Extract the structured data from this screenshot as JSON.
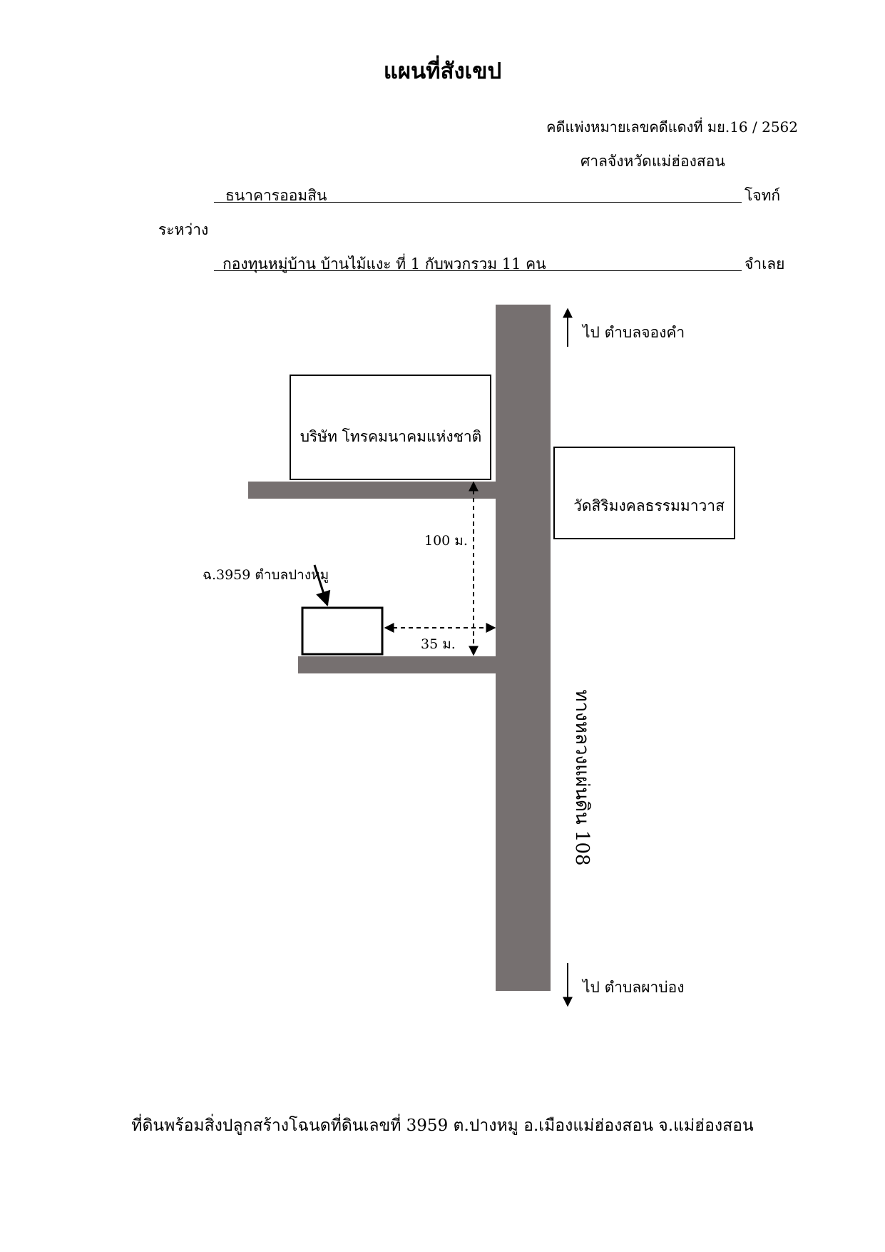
{
  "document": {
    "title": "แผนที่สังเขป",
    "case_number": "คดีแพ่งหมายเลขคดีแดงที่ มย.16 / 2562",
    "court": "ศาลจังหวัดแม่ฮ่องสอน",
    "plaintiff_name": "ธนาคารออมสิน",
    "plaintiff_role": "โจทก์",
    "between": "ระหว่าง",
    "defendant_name": "กองทุนหมู่บ้าน บ้านไม้แงะ ที่ 1 กับพวกรวม 11 คน",
    "defendant_role": "จำเลย"
  },
  "map": {
    "north_label": "ไป ตำบลจองคำ",
    "south_label": "ไป ตำบลผาบ่อง",
    "building_left": "บริษัท โทรคมนาคมแห่งชาติ",
    "building_right": "วัดสิริมงคลธรรมมาวาส",
    "plot_label": "ฉ.3959 ตำบลปางหมู",
    "distance_vertical": "100 ม.",
    "distance_horizontal": "35 ม.",
    "highway_label": "ทางหลวงแผ่นดิน 108",
    "road_color": "#767070"
  },
  "footer": {
    "description": "ที่ดินพร้อมสิ่งปลูกสร้างโฉนดที่ดินเลขที่ 3959 ต.ปางหมู อ.เมืองแม่ฮ่องสอน จ.แม่ฮ่องสอน"
  }
}
